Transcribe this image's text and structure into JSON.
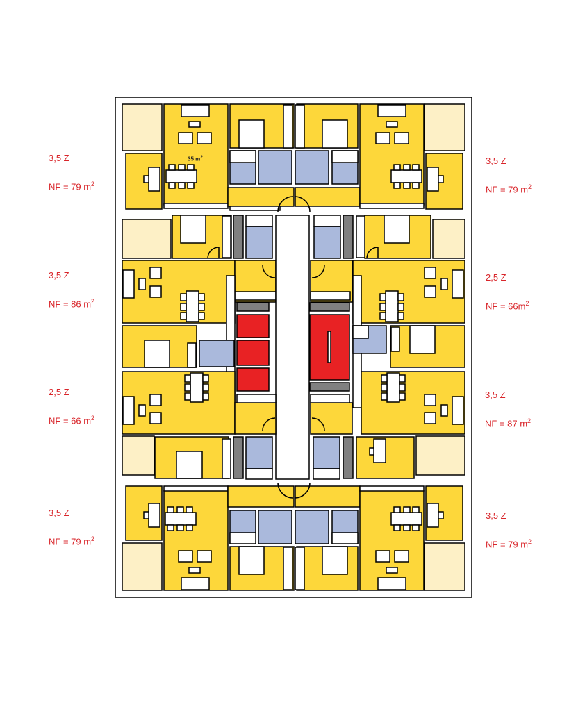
{
  "colors": {
    "room": "#fdd73a",
    "balcony": "#fdf0c6",
    "bath": "#aab9dc",
    "stair": "#e82224",
    "shaft": "#808080",
    "label": "#d9262b",
    "line": "#000000"
  },
  "room_area_label": {
    "value": "35 m",
    "sup": "2"
  },
  "units": [
    {
      "id": "top-left",
      "rooms": "3,5 Z",
      "nf_prefix": "NF = 79 m",
      "sup": "2"
    },
    {
      "id": "top-right",
      "rooms": "3,5 Z",
      "nf_prefix": "NF = 79 m",
      "sup": "2"
    },
    {
      "id": "mid-upper-left",
      "rooms": "3,5 Z",
      "nf_prefix": "NF = 86 m",
      "sup": "2"
    },
    {
      "id": "mid-upper-right",
      "rooms": "2,5 Z",
      "nf_prefix": "NF = 66m",
      "sup": "2"
    },
    {
      "id": "mid-lower-left",
      "rooms": "2,5 Z",
      "nf_prefix": "NF = 66 m",
      "sup": "2"
    },
    {
      "id": "mid-lower-right",
      "rooms": "3,5 Z",
      "nf_prefix": "NF = 87 m",
      "sup": "2"
    },
    {
      "id": "bottom-left",
      "rooms": "3,5 Z",
      "nf_prefix": "NF = 79 m",
      "sup": "2"
    },
    {
      "id": "bottom-right",
      "rooms": "3,5 Z",
      "nf_prefix": "NF = 79 m",
      "sup": "2"
    }
  ]
}
